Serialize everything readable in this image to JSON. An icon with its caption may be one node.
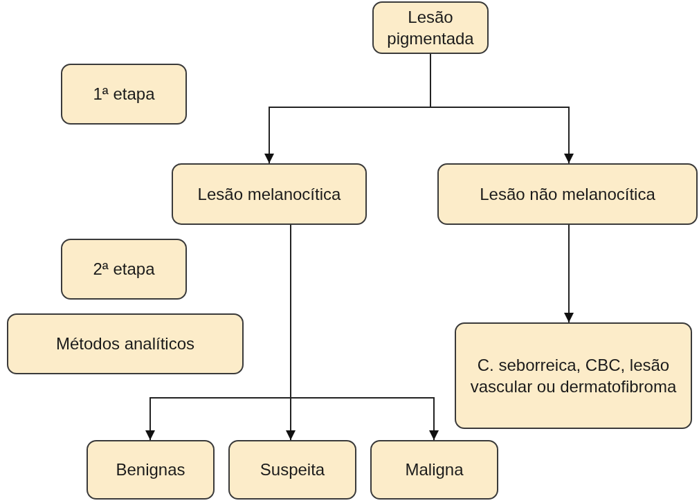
{
  "diagram": {
    "nodes": [
      {
        "text": [
          "Lesão pigmentada"
        ]
      },
      {
        "text": [
          "1ª etapa"
        ]
      },
      {
        "text": [
          "Lesão melanocítica"
        ]
      },
      {
        "text": [
          "Lesão não melanocítica"
        ]
      },
      {
        "text": [
          "2ª etapa"
        ]
      },
      {
        "text": [
          "Métodos analíticos"
        ]
      },
      {
        "text": [
          "C. seborreica, CBC, lesão vascular ou dermatofibroma"
        ]
      },
      {
        "text": [
          "Benignas"
        ]
      },
      {
        "text": [
          "Suspeita"
        ]
      },
      {
        "text": [
          "Maligna"
        ]
      }
    ],
    "edges": [
      {
        "from": 0,
        "to": 2,
        "arrow": "to"
      },
      {
        "from": 0,
        "to": 3,
        "arrow": "to"
      },
      {
        "from": 3,
        "to": 6,
        "arrow": "to"
      },
      {
        "from": 2,
        "to": 7,
        "arrow": "to"
      },
      {
        "from": 2,
        "to": 8,
        "arrow": "to"
      },
      {
        "from": 2,
        "to": 9,
        "arrow": "to"
      }
    ]
  }
}
